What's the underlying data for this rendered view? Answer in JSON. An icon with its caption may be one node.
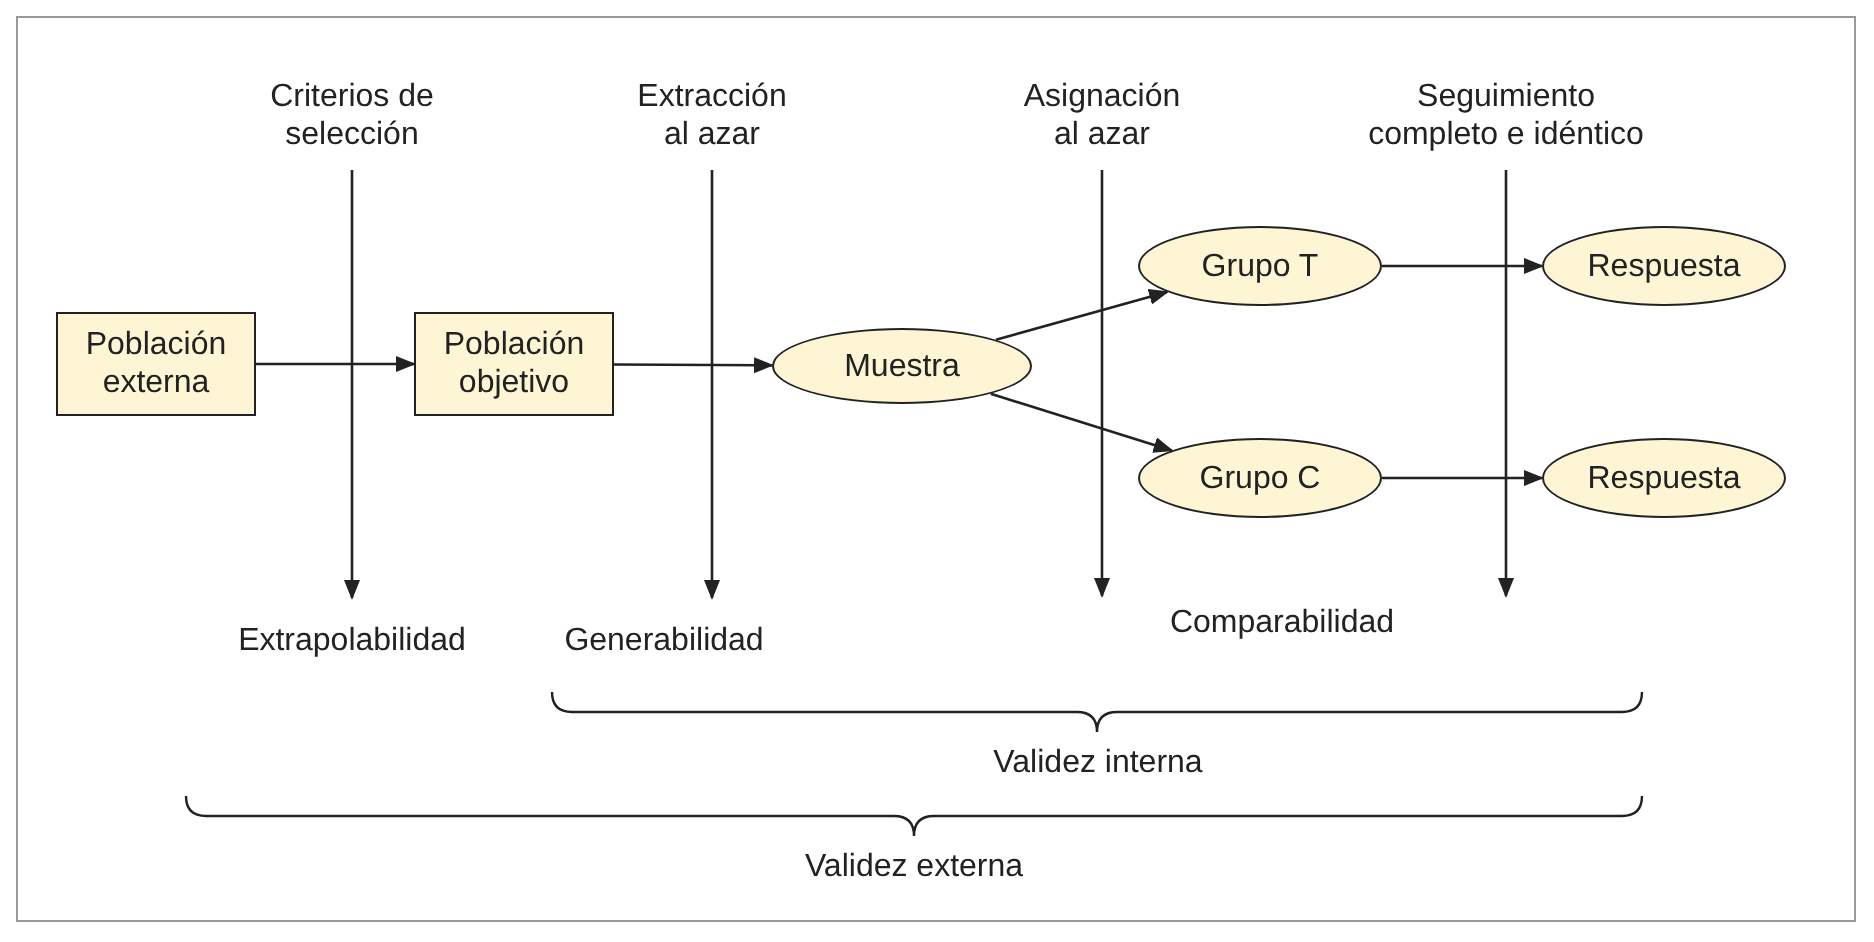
{
  "diagram": {
    "nodes": [
      {
        "text": [
          "Población externa"
        ]
      },
      {
        "text": [
          "Población objetivo"
        ]
      },
      {
        "text": [
          "Muestra"
        ]
      },
      {
        "text": [
          "Grupo T"
        ]
      },
      {
        "text": [
          "Grupo C"
        ]
      },
      {
        "text": [
          "Respuesta"
        ]
      },
      {
        "text": [
          "Respuesta"
        ]
      },
      {
        "text": [
          "Criterios de selección"
        ]
      },
      {
        "text": [
          "Extracción al azar"
        ]
      },
      {
        "text": [
          "Asignación al azar"
        ]
      },
      {
        "text": [
          "Seguimiento completo e idéntico"
        ]
      },
      {
        "text": [
          "Extrapolabilidad"
        ]
      },
      {
        "text": [
          "Generabilidad"
        ]
      }
    ],
    "edges": [
      {
        "from": 0,
        "to": 1,
        "arrow": "to"
      },
      {
        "from": 1,
        "to": 2,
        "arrow": "to"
      },
      {
        "from": 2,
        "to": 3,
        "arrow": "to"
      },
      {
        "from": 2,
        "to": 4,
        "arrow": "to"
      },
      {
        "from": 3,
        "to": 5,
        "arrow": "to"
      },
      {
        "from": 4,
        "to": 6,
        "arrow": "to"
      },
      {
        "from": 7,
        "to": 11,
        "arrow": "to"
      },
      {
        "from": 8,
        "to": 12,
        "arrow": "to"
      },
      {
        "from": 9,
        "to": null,
        "arrow": "to"
      },
      {
        "from": 10,
        "to": null,
        "arrow": "to"
      }
    ],
    "labels": [
      "Comparabilidad",
      "Validez interna",
      "Validez externa"
    ]
  }
}
